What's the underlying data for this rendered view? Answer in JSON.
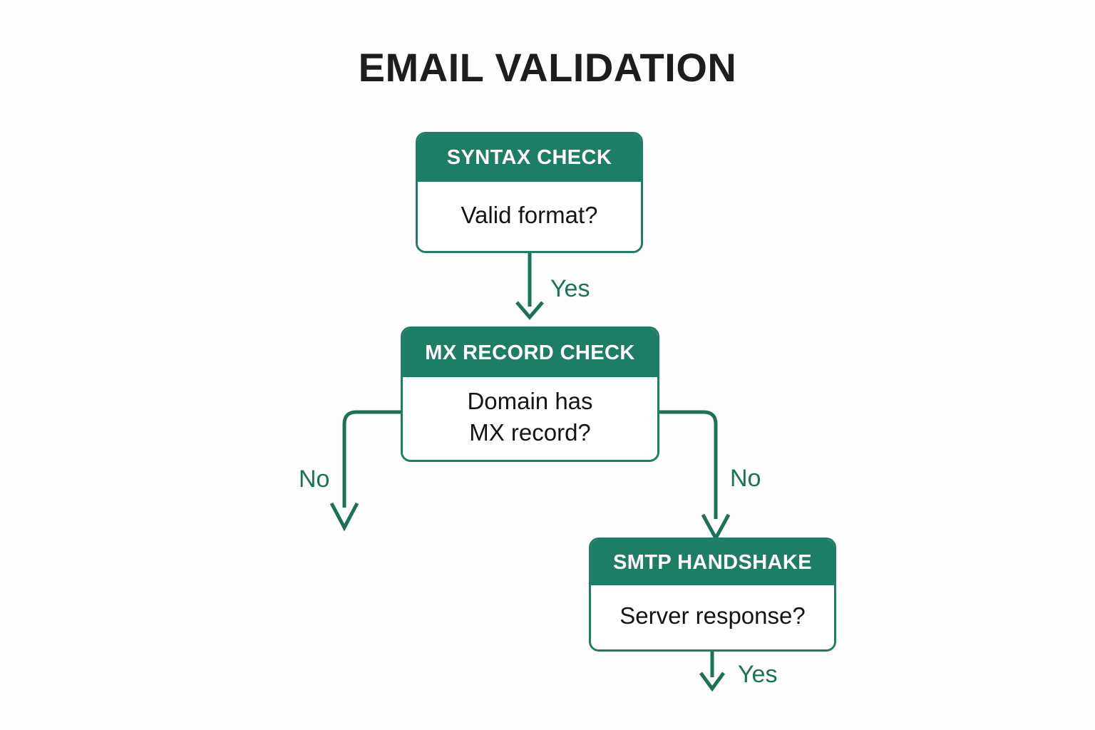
{
  "title": "EMAIL VALIDATION",
  "theme": {
    "accent": "#1e7d65",
    "accent_text": "#1a7259",
    "header_text": "#ffffff",
    "body_text": "#141414",
    "background": "#fdfdfd",
    "title_color": "#1d1d1d"
  },
  "chart_data": {
    "type": "diagram",
    "title": "EMAIL VALIDATION",
    "nodes": [
      {
        "id": "syntax",
        "header": "SYNTAX CHECK",
        "body": "Valid format?"
      },
      {
        "id": "mx",
        "header": "MX RECORD CHECK",
        "body": "Domain has\nMX record?"
      },
      {
        "id": "smtp",
        "header": "SMTP HANDSHAKE",
        "body": "Server response?"
      }
    ],
    "edges": [
      {
        "from": "syntax",
        "to": "mx",
        "label": "Yes",
        "shape": "straight-down"
      },
      {
        "from": "mx",
        "to": "none-left",
        "label": "No",
        "shape": "elbow-left-down"
      },
      {
        "from": "mx",
        "to": "smtp",
        "label": "No",
        "shape": "elbow-right-down"
      },
      {
        "from": "smtp",
        "to": "none-down",
        "label": "Yes",
        "shape": "straight-down"
      }
    ]
  },
  "nodes": {
    "syntax": {
      "header": "SYNTAX CHECK",
      "body": "Valid format?"
    },
    "mx": {
      "header": "MX RECORD CHECK",
      "body_line1": "Domain has",
      "body_line2": "MX record?"
    },
    "smtp": {
      "header": "SMTP HANDSHAKE",
      "body": "Server response?"
    }
  },
  "labels": {
    "yes_1": "Yes",
    "no_left": "No",
    "no_right": "No",
    "yes_2": "Yes"
  }
}
